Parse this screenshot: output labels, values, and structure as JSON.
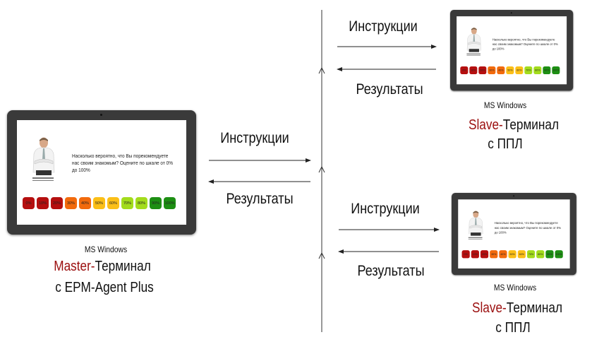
{
  "survey": {
    "question": "Насколько вероятно, что Вы порекомендуете нас своим знакомым? Оцените по шкале от 0% до 100%",
    "scale": [
      {
        "label": "0%",
        "color": "#b50f0f"
      },
      {
        "label": "10%",
        "color": "#b50f0f"
      },
      {
        "label": "20%",
        "color": "#b50f0f"
      },
      {
        "label": "30%",
        "color": "#f26a0c"
      },
      {
        "label": "40%",
        "color": "#f26a0c"
      },
      {
        "label": "50%",
        "color": "#fbbf17"
      },
      {
        "label": "60%",
        "color": "#fbbf17"
      },
      {
        "label": "70%",
        "color": "#a3dc1c"
      },
      {
        "label": "80%",
        "color": "#a3dc1c"
      },
      {
        "label": "90%",
        "color": "#1d8f13"
      },
      {
        "label": "100%",
        "color": "#1d8f13"
      }
    ]
  },
  "master": {
    "os": "MS Windows",
    "role": "Master-",
    "terminal": "Терминал",
    "software": "с EPM-Agent Plus",
    "instructions": "Инструкции",
    "results": "Результаты"
  },
  "slaves": [
    {
      "os": "MS Windows",
      "role": "Slave-",
      "terminal": "Терминал",
      "software": "с ППЛ",
      "instructions": "Инструкции",
      "results": "Результаты"
    },
    {
      "os": "MS Windows",
      "role": "Slave-",
      "terminal": "Терминал",
      "software": "с ППЛ",
      "instructions": "Инструкции",
      "results": "Результаты"
    }
  ],
  "colors": {
    "accent": "#9b0f0f",
    "frame": "#3a3a3a"
  }
}
